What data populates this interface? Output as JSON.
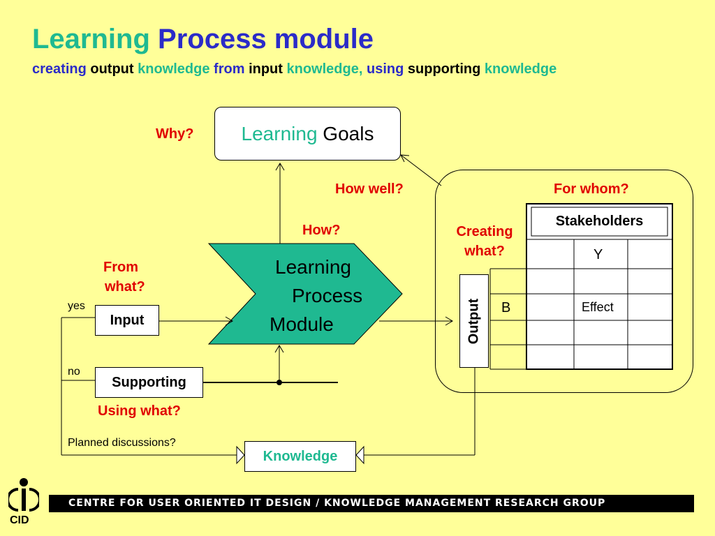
{
  "title": {
    "word1": "Learning",
    "word2": "Process module"
  },
  "subtitle": {
    "w1": "creating",
    "w2": "output",
    "w3": "knowledge",
    "w4": "from",
    "w5": "input",
    "w6": "knowledge",
    "w7": ",",
    "w8": "using",
    "w9": "supporting",
    "w10": "knowledge"
  },
  "goals": {
    "word1": "Learning",
    "word2": "Goals"
  },
  "questions": {
    "why": "Why?",
    "how_well": "How well?",
    "for_whom": "For whom?",
    "how": "How?",
    "creating_line1": "Creating",
    "creating_line2": "what?",
    "from_line1": "From",
    "from_line2": "what?",
    "using_what": "Using what?"
  },
  "labels": {
    "yes": "yes",
    "no": "no",
    "planned": "Planned discussions?"
  },
  "boxes": {
    "input": "Input",
    "supporting": "Supporting",
    "knowledge": "Knowledge",
    "stakeholders": "Stakeholders",
    "output": "Output"
  },
  "module": {
    "line1": "Learning",
    "line2": "Process",
    "line3": "Module"
  },
  "grid": {
    "y": "Y",
    "b": "B",
    "effect": "Effect"
  },
  "footer": {
    "logo": "CID",
    "bar_text": "CENTRE FOR USER ORIENTED IT DESIGN  /  KNOWLEDGE MANAGEMENT RESEARCH GROUP"
  },
  "colors": {
    "background": "#ffff99",
    "teal": "#1fb991",
    "blue": "#2b2bc8",
    "red": "#e00000"
  }
}
